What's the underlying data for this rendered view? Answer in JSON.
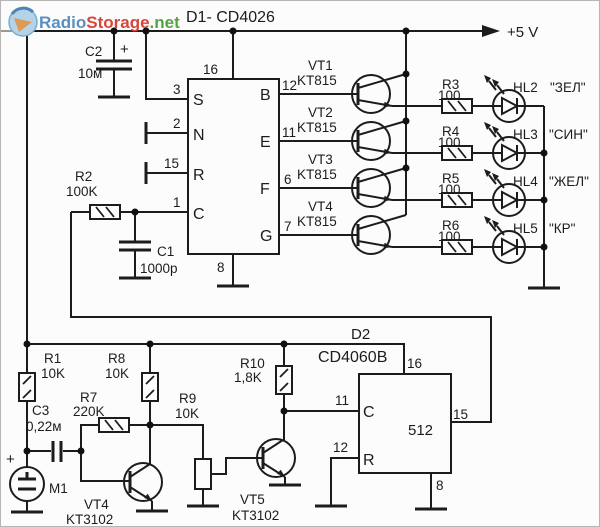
{
  "logo": {
    "part1": "Radio",
    "part2": "Storage",
    "part3": ".net"
  },
  "power": {
    "label": "+5 V"
  },
  "d1": {
    "title": "D1- CD4026",
    "pin_top": "16",
    "pin_bottom": "8",
    "left_pins": [
      {
        "num": "3",
        "name": "S"
      },
      {
        "num": "2",
        "name": "N"
      },
      {
        "num": "15",
        "name": "R"
      },
      {
        "num": "1",
        "name": "C"
      }
    ],
    "right_pins": [
      {
        "num": "12",
        "name": "B"
      },
      {
        "num": "11",
        "name": "E"
      },
      {
        "num": "6",
        "name": "F"
      },
      {
        "num": "7",
        "name": "G"
      }
    ]
  },
  "d2": {
    "ref": "D2",
    "part": "CD4060B",
    "pin_top": "16",
    "pin_bottom": "8",
    "clock_pin": {
      "num": "11",
      "name": "C"
    },
    "reset_pin": {
      "num": "12",
      "name": "R"
    },
    "output_pin": {
      "num": "15",
      "name": "512"
    }
  },
  "transistors": {
    "vt1": {
      "ref": "VT1",
      "part": "KT815"
    },
    "vt2": {
      "ref": "VT2",
      "part": "KT815"
    },
    "vt3": {
      "ref": "VT3",
      "part": "KT815"
    },
    "vt4_top": {
      "ref": "VT4",
      "part": "KT815"
    },
    "vt4_bottom": {
      "ref": "VT4",
      "part": "KT3102"
    },
    "vt5": {
      "ref": "VT5",
      "part": "KT3102"
    }
  },
  "resistors": {
    "r1": {
      "ref": "R1",
      "value": "10K"
    },
    "r2": {
      "ref": "R2",
      "value": "100K"
    },
    "r3": {
      "ref": "R3",
      "value": "100"
    },
    "r4": {
      "ref": "R4",
      "value": "100"
    },
    "r5": {
      "ref": "R5",
      "value": "100"
    },
    "r6": {
      "ref": "R6",
      "value": "100"
    },
    "r7": {
      "ref": "R7",
      "value": "220K"
    },
    "r8": {
      "ref": "R8",
      "value": "10K"
    },
    "r9": {
      "ref": "R9",
      "value": "10K"
    },
    "r10": {
      "ref": "R10",
      "value": "1,8K"
    }
  },
  "capacitors": {
    "c1": {
      "ref": "C1",
      "value": "1000p"
    },
    "c2": {
      "ref": "C2",
      "value": "10м",
      "polarity": "+"
    },
    "c3": {
      "ref": "C3",
      "value": "0,22м"
    }
  },
  "leds": {
    "hl2": {
      "ref": "HL2",
      "label": "\"ЗЕЛ\""
    },
    "hl3": {
      "ref": "HL3",
      "label": "\"СИН\""
    },
    "hl4": {
      "ref": "HL4",
      "label": "\"ЖЕЛ\""
    },
    "hl5": {
      "ref": "HL5",
      "label": "\"КР\""
    }
  },
  "microphone": {
    "ref": "M1",
    "polarity": "+"
  },
  "colors": {
    "wire": "#1c1c1c",
    "background": "#fcfcfc",
    "border": "#b5b5b5",
    "logo_radio": "#5a8fc0",
    "logo_storage": "#d9453a",
    "logo_net": "#56a345",
    "logo_circle_fill": "#b5d3e8",
    "logo_circle_ring": "#4a85b5",
    "logo_arrow": "#dd9a55"
  }
}
